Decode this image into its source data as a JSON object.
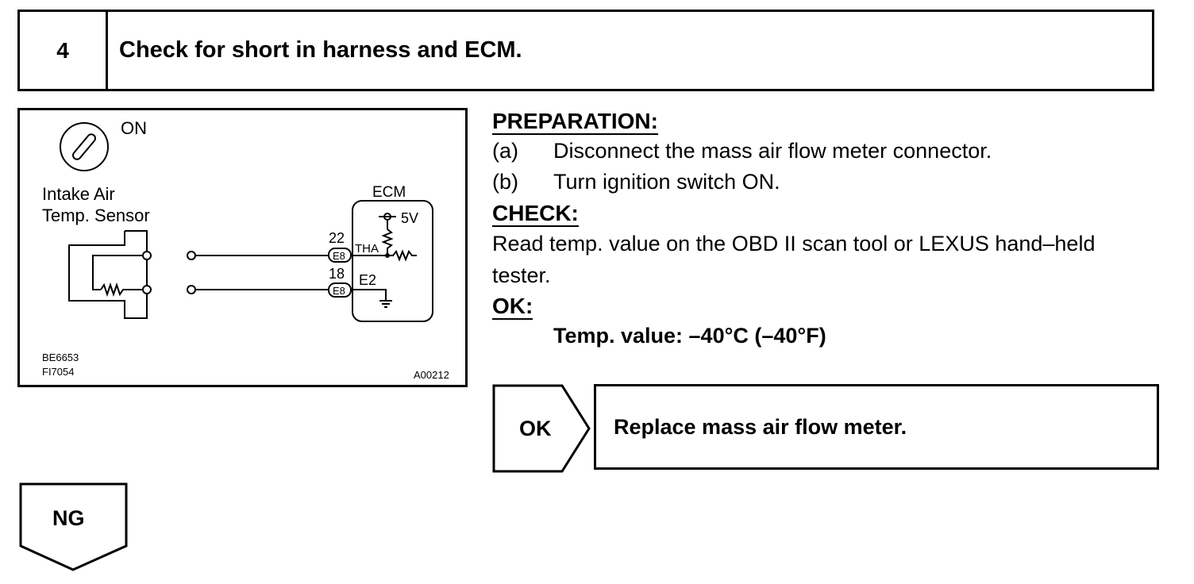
{
  "step": {
    "number": "4",
    "title": "Check for short in harness and ECM."
  },
  "diagram": {
    "ignition_label": "ON",
    "sensor_label_line1": "Intake Air",
    "sensor_label_line2": "Temp. Sensor",
    "ecm_label": "ECM",
    "voltage_label": "5V",
    "pin_tha_number": "22",
    "pin_tha_connector": "E8",
    "pin_tha_name": "THA",
    "pin_e2_number": "18",
    "pin_e2_connector": "E8",
    "pin_e2_name": "E2",
    "code1": "BE6653",
    "code2": "FI7054",
    "code3": "A00212"
  },
  "preparation": {
    "heading": "PREPARATION:",
    "items": [
      {
        "marker": "(a)",
        "text": "Disconnect the mass air flow meter connector."
      },
      {
        "marker": "(b)",
        "text": "Turn ignition switch ON."
      }
    ]
  },
  "check": {
    "heading": "CHECK:",
    "line1": "Read temp. value on the OBD II scan tool or LEXUS hand–held",
    "line2": "tester."
  },
  "ok": {
    "heading": "OK:",
    "value": "Temp. value:  –40°C (–40°F)"
  },
  "ok_result": {
    "label": "OK",
    "action": "Replace mass air flow meter."
  },
  "ng_result": {
    "label": "NG"
  }
}
